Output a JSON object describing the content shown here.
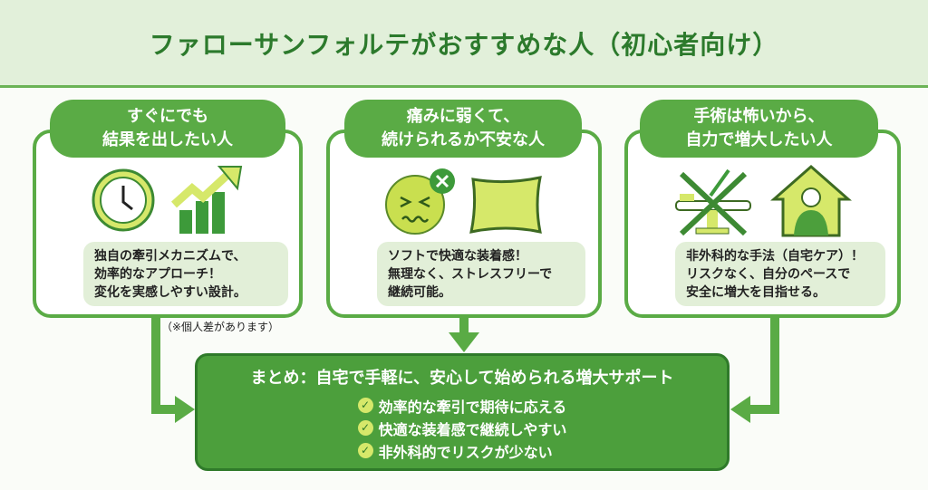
{
  "title": "ファローサンフォルテがおすすめな人（初心者向け）",
  "cards": [
    {
      "heading": [
        "すぐにでも",
        "結果を出したい人"
      ],
      "desc": [
        "独自の牽引メカニズムで、",
        "効率的なアプローチ！",
        "変化を実感しやすい設計。"
      ],
      "icons": [
        "clock-icon",
        "growth-chart-icon"
      ]
    },
    {
      "heading": [
        "痛みに弱くて、",
        "続けられるか不安な人"
      ],
      "desc": [
        "ソフトで快適な装着感！",
        "無理なく、ストレスフリーで",
        "継続可能。"
      ],
      "icons": [
        "pain-face-icon",
        "cushion-icon"
      ]
    },
    {
      "heading": [
        "手術は怖いから、",
        "自力で増大したい人"
      ],
      "desc": [
        "非外科的な手法（自宅ケア）！",
        "リスクなく、自分のペースで",
        "安全に増大を目指せる。"
      ],
      "icons": [
        "no-surgery-icon",
        "home-care-icon"
      ]
    }
  ],
  "note": "（※個人差があります）",
  "summary": {
    "title": "まとめ：自宅で手軽に、安心して始められる増大サポート",
    "items": [
      "効率的な牽引で期待に応える",
      "快適な装着感で継続しやすい",
      "非外科的でリスクが少ない"
    ]
  },
  "colors": {
    "primary": "#5aab45",
    "dark": "#2c7a2c",
    "light": "#e2f0da",
    "accent": "#d6e86a"
  }
}
